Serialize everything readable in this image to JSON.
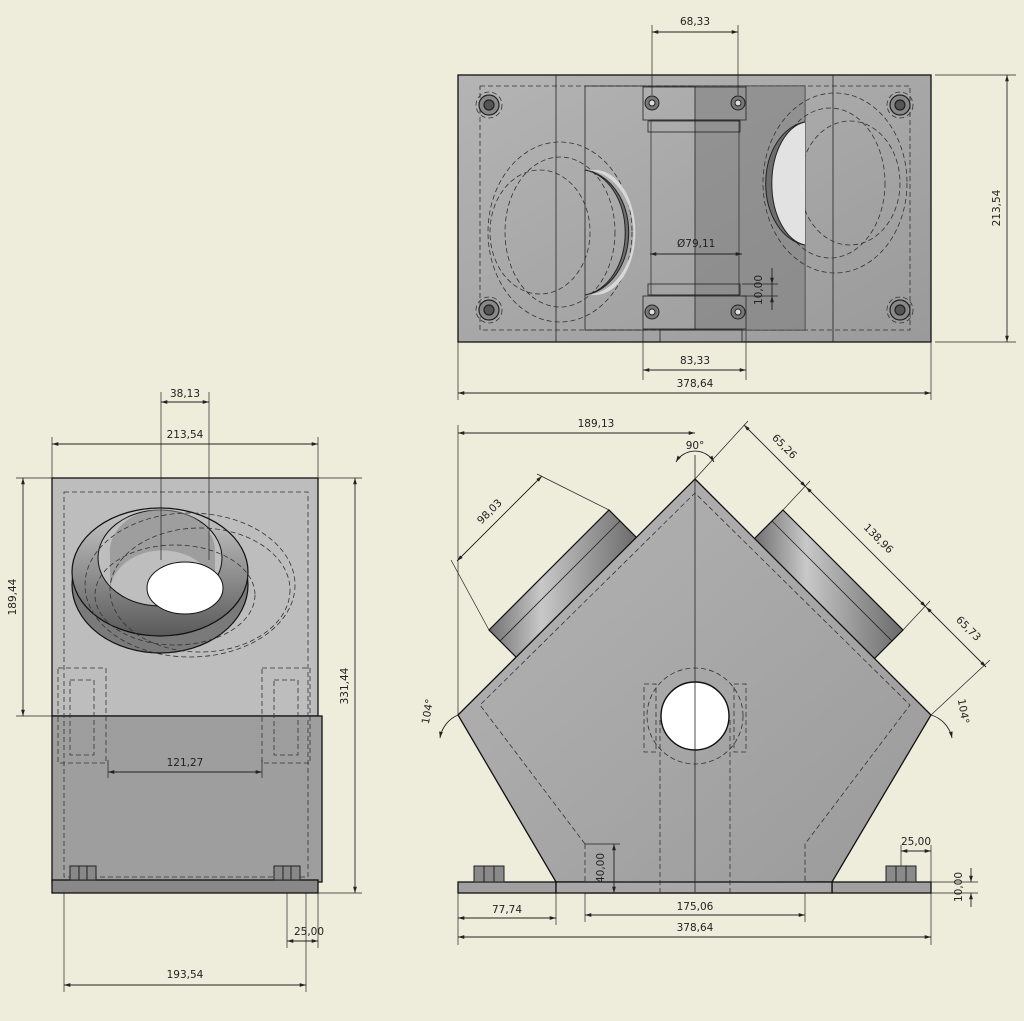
{
  "views": {
    "top": {
      "dims": {
        "top_gap": "68,33",
        "height": "213,54",
        "diameter": "Ø79,11",
        "boss_len": "10,00",
        "boss_width": "83,33",
        "total_width": "378,64"
      }
    },
    "side": {
      "dims": {
        "offset": "38,13",
        "width": "213,54",
        "upper_height": "189,44",
        "total_height": "331,44",
        "bolt_spacing": "121,27",
        "foot": "25,00",
        "base_width": "193,54"
      }
    },
    "front": {
      "dims": {
        "apex_x": "189,13",
        "apex_angle": "90°",
        "pipe_len": "98,03",
        "edge_a": "65,26",
        "edge_b": "138,96",
        "edge_c": "65,73",
        "left_angle": "104°",
        "right_angle": "104°",
        "foot_w": "25,00",
        "plate_t": "10,00",
        "web_h": "40,00",
        "left_foot": "77,74",
        "inner_width": "175,06",
        "total_width": "378,64"
      }
    }
  },
  "colors": {
    "background": "#eeeddc",
    "part_fill": "#a8a8a8",
    "bronze_bushing": "#c9952f",
    "line": "#222222"
  }
}
